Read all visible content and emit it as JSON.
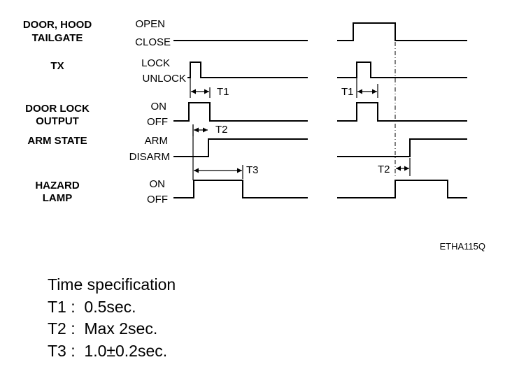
{
  "signals": {
    "door": {
      "name_line1": "DOOR, HOOD",
      "name_line2": "TAILGATE",
      "high": "OPEN",
      "low": "CLOSE"
    },
    "tx": {
      "name": "TX",
      "high": "LOCK",
      "low": "UNLOCK"
    },
    "lock_output": {
      "name_line1": "DOOR LOCK",
      "name_line2": "OUTPUT",
      "high": "ON",
      "low": "OFF"
    },
    "arm": {
      "name": "ARM STATE",
      "high": "ARM",
      "low": "DISARM"
    },
    "hazard": {
      "name_line1": "HAZARD",
      "name_line2": "LAMP",
      "high": "ON",
      "low": "OFF"
    }
  },
  "timing_labels": {
    "t1": "T1",
    "t2": "T2",
    "t3": "T3"
  },
  "figure_code": "ETHA115Q",
  "spec": {
    "title": "Time specification",
    "items": [
      "T1 :  0.5sec.",
      "T2 :  Max 2sec.",
      "T3 :  1.0±0.2sec."
    ]
  }
}
